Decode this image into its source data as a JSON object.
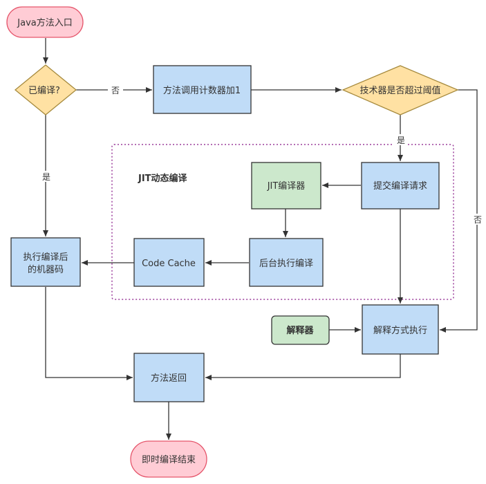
{
  "colors": {
    "pink_fill": "#ffccd5",
    "pink_stroke": "#e5556b",
    "orange_fill": "#ffe1a3",
    "orange_stroke": "#a68a3d",
    "blue_fill": "#c0dcf7",
    "blue_stroke": "#333333",
    "green_fill": "#cce8cc",
    "green_stroke": "#333333",
    "group_border": "#9b3d9b"
  },
  "nodes": {
    "start": "Java方法入口",
    "compiled_check": "已编译?",
    "counter_inc": "方法调用计数器加1",
    "threshold_check": "技术器是否超过阈值",
    "submit_request": "提交编译请求",
    "jit_compiler": "JIT编译器",
    "bg_compile": "后台执行编译",
    "code_cache": "Code Cache",
    "exec_machine_line1": "执行编译后",
    "exec_machine_line2": "的机器码",
    "interpreter": "解释器",
    "interpret_exec": "解释方式执行",
    "method_return": "方法返回",
    "end": "即时编译结束"
  },
  "group": {
    "title": "JIT动态编译"
  },
  "edge_labels": {
    "no_compiled": "否",
    "yes_compiled": "是",
    "yes_threshold": "是",
    "no_threshold": "否"
  }
}
